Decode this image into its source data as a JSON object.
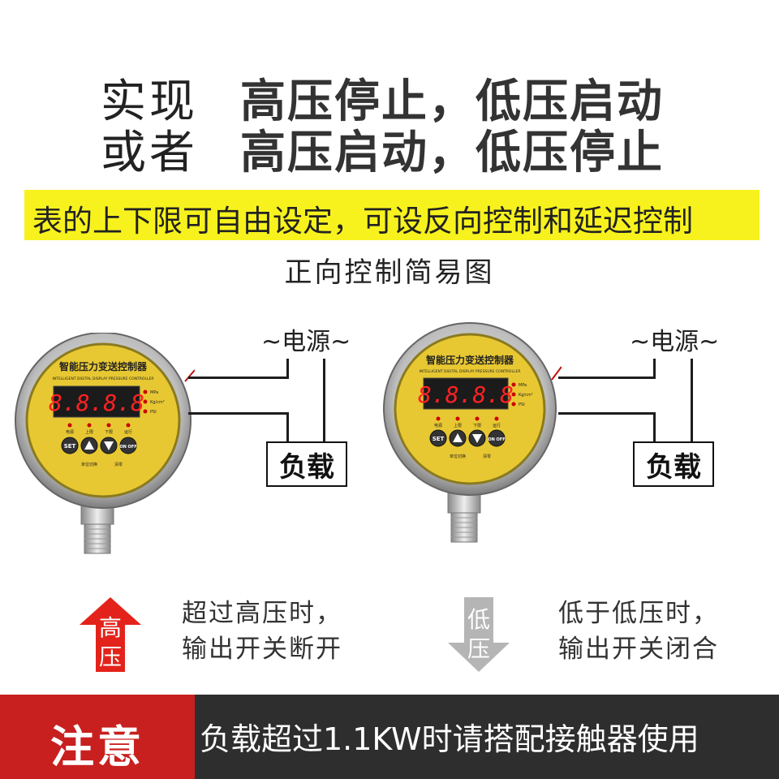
{
  "header": {
    "row1_label": "实现",
    "row1_text": "高压停止，低压启动",
    "row2_label": "或者",
    "row2_text": "高压启动，低压停止"
  },
  "banner": "表的上下限可自由设定，可设反向控制和延迟控制",
  "subtitle": "正向控制简易图",
  "gauge": {
    "title": "智能压力变送控制器",
    "subtitle_en": "INTELLIGENT DIGITAL DISPLAY PRESSURE CONTROLLER",
    "display": "8.8.8.8",
    "units": [
      "MPa",
      "Kg/cm²",
      "PSI"
    ],
    "indicators": [
      "电源",
      "上限",
      "下限",
      "运行"
    ],
    "buttons": [
      "SET",
      "ON OFF"
    ],
    "footer": [
      "单位切换",
      "清零"
    ]
  },
  "diagram_left": {
    "power": "~电源~",
    "load": "负载"
  },
  "diagram_right": {
    "power": "~电源~",
    "load": "负载"
  },
  "high": {
    "arrow_label_1": "高",
    "arrow_label_2": "压",
    "line1": "超过高压时，",
    "line2": "输出开关断开"
  },
  "low": {
    "arrow_label_1": "低",
    "arrow_label_2": "压",
    "line1": "低于低压时，",
    "line2": "输出开关闭合"
  },
  "notice": {
    "label": "注意",
    "text": "负载超过1.1KW时请搭配接触器使用"
  },
  "colors": {
    "banner": "#f7f21e",
    "notice_red": "#c8201f",
    "notice_dark": "#2e2e2e",
    "gauge_face": "#e8c832",
    "display_red": "#ff2222",
    "arrow_up": "#e3231b",
    "arrow_down": "#b5b5b5"
  }
}
